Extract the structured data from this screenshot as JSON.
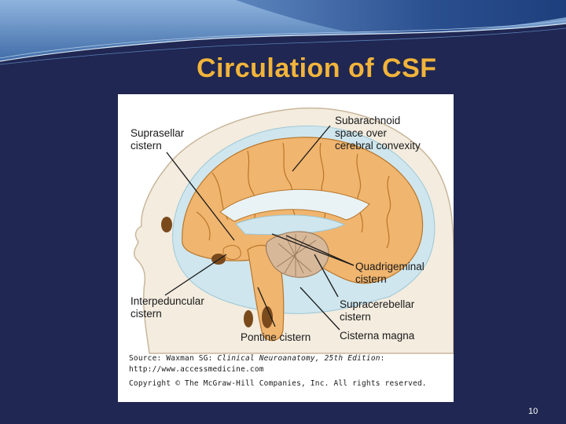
{
  "slide": {
    "title": "Circulation of CSF",
    "page_number": "10"
  },
  "figure": {
    "labels": {
      "suprasellar": [
        "Suprasellar",
        "cistern"
      ],
      "subarachnoid": [
        "Subarachnoid",
        "space over",
        "cerebral convexity"
      ],
      "quadrigeminal": [
        "Quadrigeminal",
        "cistern"
      ],
      "interpeduncular": [
        "Interpeduncular",
        "cistern"
      ],
      "supracerebellar": [
        "Supracerebellar",
        "cistern"
      ],
      "pontine": "Pontine cistern",
      "magna": "Cisterna magna"
    },
    "source": {
      "prefix": "Source: Waxman SG: ",
      "italic": "Clinical Neuroanatomy, 25th Edition",
      "suffix": ":",
      "url": "http://www.accessmedicine.com",
      "copyright": "Copyright © The McGraw-Hill Companies, Inc. All rights reserved."
    }
  },
  "colors": {
    "background": "#1f2752",
    "title": "#f2b43a",
    "brain": "#f0b56f",
    "csf": "#cfe6ee",
    "skin": "#f3ecdf"
  }
}
